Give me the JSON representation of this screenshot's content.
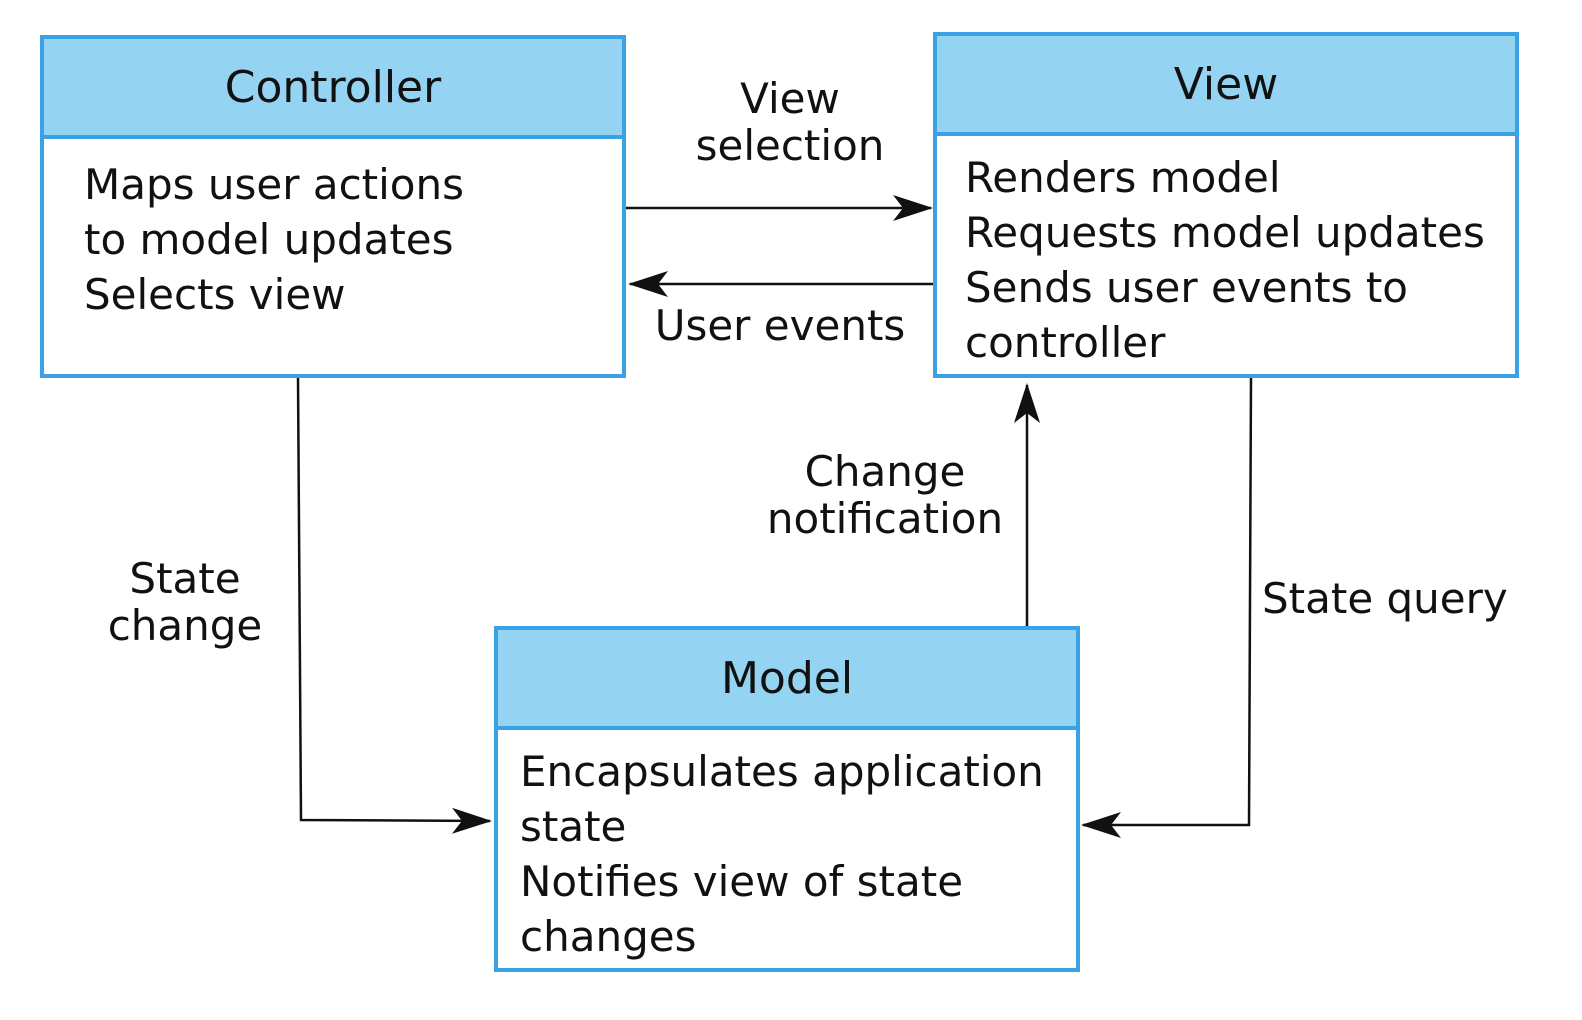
{
  "controller": {
    "title": "Controller",
    "lines": [
      "Maps user actions",
      "to model updates",
      "Selects view"
    ]
  },
  "view": {
    "title": "View",
    "lines": [
      "Renders model",
      "Requests model updates",
      "Sends user events to",
      "controller"
    ]
  },
  "model": {
    "title": "Model",
    "lines": [
      "Encapsulates application",
      "state",
      "Notifies view of state",
      "changes"
    ]
  },
  "edges": {
    "view_selection": [
      "View",
      "selection"
    ],
    "user_events": "User events",
    "change_notification": [
      "Change",
      "notification"
    ],
    "state_change": [
      "State",
      "change"
    ],
    "state_query": "State query"
  },
  "colors": {
    "header_fill": "#94d3f2",
    "border": "#3aa2e4",
    "arrow": "#111111"
  }
}
